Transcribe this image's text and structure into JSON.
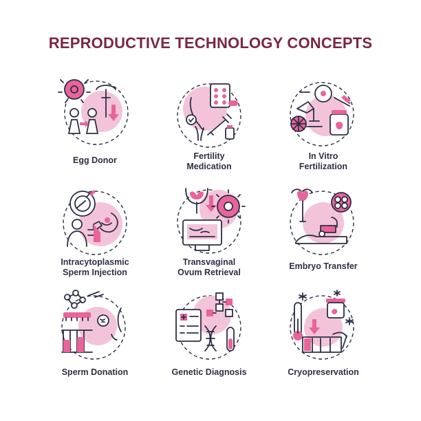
{
  "title": "REPRODUCTIVE TECHNOLOGY CONCEPTS",
  "colors": {
    "accent": "#e8649b",
    "pale": "#f3c4d9",
    "outline": "#2b2e45",
    "title": "#7a2743"
  },
  "concepts": [
    {
      "lines": [
        "Egg Donor"
      ],
      "icon": "egg-donor-icon"
    },
    {
      "lines": [
        "Fertility",
        "Medication"
      ],
      "icon": "fertility-medication-icon"
    },
    {
      "lines": [
        "In Vitro",
        "Fertilization"
      ],
      "icon": "in-vitro-fertilization-icon"
    },
    {
      "lines": [
        "Intracytoplasmic",
        "Sperm Injection"
      ],
      "icon": "sperm-injection-icon"
    },
    {
      "lines": [
        "Transvaginal",
        "Ovum Retrieval"
      ],
      "icon": "ovum-retrieval-icon"
    },
    {
      "lines": [
        "Embryo Transfer"
      ],
      "icon": "embryo-transfer-icon"
    },
    {
      "lines": [
        "Sperm Donation"
      ],
      "icon": "sperm-donation-icon"
    },
    {
      "lines": [
        "Genetic Diagnosis"
      ],
      "icon": "genetic-diagnosis-icon"
    },
    {
      "lines": [
        "Cryopreservation"
      ],
      "icon": "cryopreservation-icon"
    }
  ]
}
